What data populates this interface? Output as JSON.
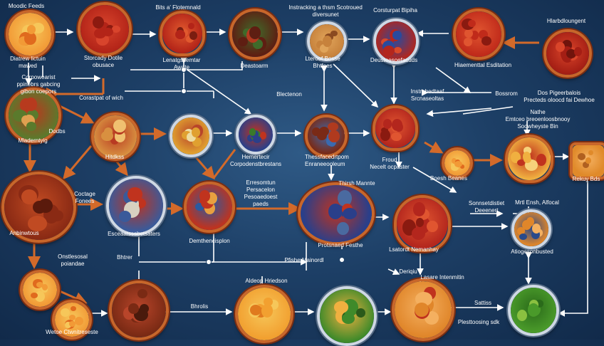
{
  "labels": {
    "l01": "Moodic Feeds",
    "l02": "Diatrew lictuin\nmawed",
    "l03": "Corpowearist\nppinebrs gabcing\ngibon coepors",
    "l04": "Corastpat of wich",
    "l05": "Bits a' Flotemnald",
    "l06": "Storcady Dotile\nobusace",
    "l07": "Lenatgssemtar\nAwate",
    "l08": "Deastoarm",
    "l09": "Instracking a thsm Scotroued\ndiversunet",
    "l10": "Lteroof Bosse\nBhtfees",
    "l11": "Corsturpat Bipiha",
    "l12": "Deusteesoefacuds",
    "l13": "Hlarbdloungent",
    "l14": "Hiaementtal Esditation",
    "l15": "Blectenon",
    "l16": "Instrobedtaaf\nSrcnaseoltas",
    "l17": "Dodbs",
    "l18": "Mladerntyig",
    "l19": "Bossrom",
    "l20": "Dos Pigeerbalois\nPrecteds oloocd fai Dewhoe",
    "l21": "Nathe\nEmtceo breoenloosbnooy\nSoowheyste Bin",
    "l22": "Hitdkss",
    "l23": "Hemertecir\nCorpodenstbrestans",
    "l24": "Thessfacedrtpom\nEnraneeooleum",
    "l25": "Froud\nNecelt ocpaster",
    "l26": "Boesh Beanes",
    "l27": "Rekuy Bds",
    "l28": "Thirsh Mannte",
    "l29": "Coctage\nFonees",
    "l30": "Erresomtun\nPersacelon\nPesoaedoest\npaeds",
    "l31": "Anbinwtous",
    "l32": "Esceaatsssbetsaters",
    "l33": "Demthencisplon",
    "l34": "Sonnsetdistiet\nDeeenert",
    "l35": "Mrtl Ensh, Alfocal",
    "l36": "Atiogesonbusted",
    "l37": "Onstlesosal\npoiandae",
    "l38": "Bhtrer",
    "l39": "Protsnaed Festhe",
    "l40": "Pfishe Mainordl",
    "l41": "Lsatordt Nemanhay",
    "l42": "Deriqiu",
    "l43": "Lasare Intenmitin",
    "l44": "Bhrolis",
    "l45": "Aldeop Hriedson",
    "l46": "Sattiss",
    "l47": "Plesttoosing sdk",
    "l48": "Wetoe Ctwnitreseste"
  },
  "colors": {
    "background": "#1d3f66",
    "hot_ring": "#c8662a",
    "cold_ring": "#cfd8e4",
    "arrow_white": "#ffffff",
    "arrow_orange": "#d36a2a"
  }
}
